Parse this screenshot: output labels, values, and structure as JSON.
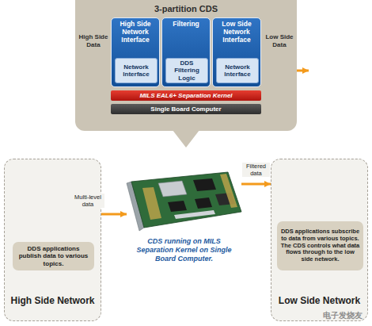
{
  "diagram": {
    "nodes": [
      {
        "text": [
          "3-partition CDS"
        ]
      },
      {
        "text": [
          "High Side Network Interface"
        ],
        "in": 0
      },
      {
        "text": [
          "Network Interface"
        ],
        "in": 1
      },
      {
        "text": [
          "Filtering"
        ],
        "in": 0
      },
      {
        "text": [
          "DDS Filtering Logic"
        ],
        "in": 3
      },
      {
        "text": [
          "Low Side Network Interface"
        ],
        "in": 0
      },
      {
        "text": [
          "Network Interface"
        ],
        "in": 5
      },
      {
        "text": [
          "MILS EAL6+ Separation Kernel"
        ],
        "in": 0
      },
      {
        "text": [
          "Single Board Computer"
        ],
        "in": 0
      },
      {
        "text": [
          "High Side Network"
        ]
      },
      {
        "text": [
          "DDS applications publish data to various topics."
        ],
        "in": 9
      },
      {
        "text": [
          "CDS running on MILS Separation Kernel on Single Board Computer."
        ]
      },
      {
        "text": [
          "Low Side Network"
        ]
      },
      {
        "text": [
          "DDS applications subscribe to data from various topics. The CDS controls what data flows through to the low side network."
        ],
        "in": 12
      }
    ],
    "edges": [
      {
        "from": 2,
        "to": 4,
        "arrow": "to"
      },
      {
        "from": 4,
        "to": 6,
        "arrow": "to"
      },
      {
        "from": 9,
        "to": 11,
        "label": "Multi-level data",
        "arrow": "to"
      },
      {
        "from": 11,
        "to": 12,
        "label": "Filtered data",
        "arrow": "to"
      }
    ],
    "labels": [
      "High Side Data",
      "Low Side Data",
      "电子发烧友"
    ]
  }
}
